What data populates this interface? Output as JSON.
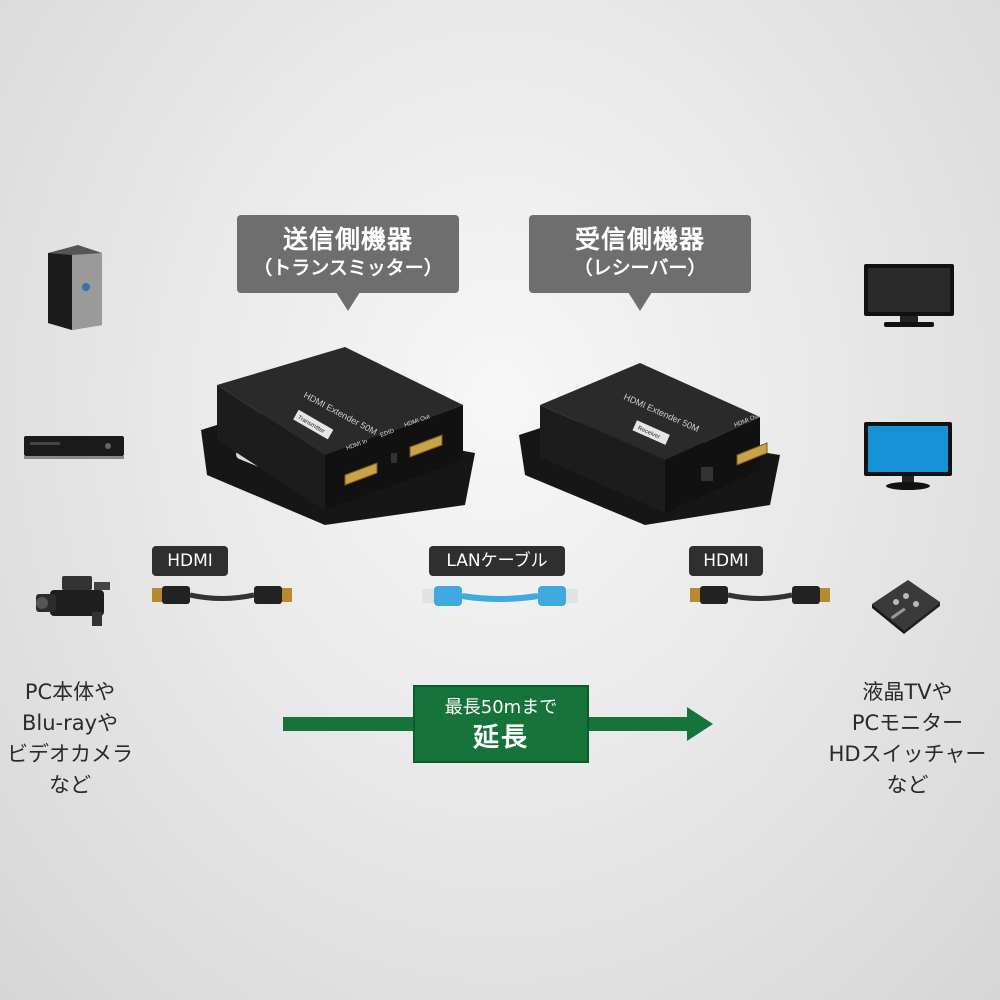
{
  "transmitter": {
    "title": "送信側機器",
    "subtitle": "（トランスミッター）",
    "model": "HDMI Extender 50M",
    "label": "Transmitter",
    "port_in": "HDMI In",
    "port_edid": "EDID",
    "port_out": "HDMI Out"
  },
  "receiver": {
    "title": "受信側機器",
    "subtitle": "（レシーバー）",
    "model": "HDMI Extender 50M",
    "label": "Receiver",
    "port_out": "HDMI Out"
  },
  "cables": {
    "left": "HDMI",
    "middle": "LANケーブル",
    "right": "HDMI"
  },
  "extension": {
    "line1": "最長50mまで",
    "line2": "延長"
  },
  "source_caption": [
    "PC本体や",
    "Blu-rayや",
    "ビデオカメラ",
    "など"
  ],
  "display_caption": [
    "液晶TVや",
    "PCモニター",
    "HDスイッチャー",
    "など"
  ],
  "colors": {
    "bubble": "#6e6e6e",
    "tag": "#2f2f2f",
    "green": "#16733a",
    "lan_cable": "#3fa9e0"
  },
  "icons": [
    "pc-tower-icon",
    "bluray-player-icon",
    "video-camera-icon",
    "tv-icon",
    "pc-monitor-icon",
    "hd-switcher-icon"
  ]
}
